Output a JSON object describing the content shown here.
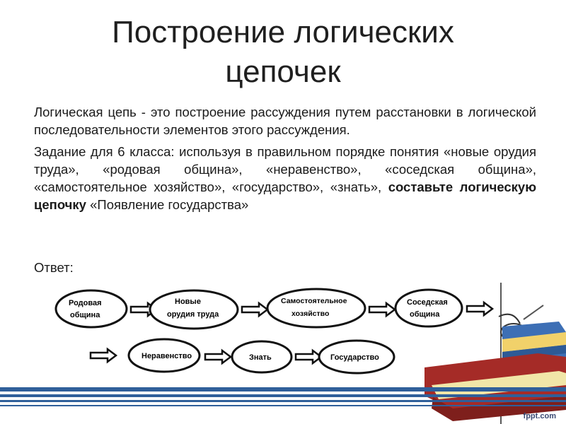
{
  "slide": {
    "title_line1": "Построение логических",
    "title_line2": "цепочек",
    "definition": "Логическая цепь - это  построение рассуждения путем расстановки в логической последовательности элементов этого рассуждения.",
    "task_prefix": "Задание для 6 класса: используя в правильном порядке понятия «новые орудия труда», «родовая община», «неравенство», «соседская община», «самостоятельное хозяйство», «государство», «знать», ",
    "task_bold": "составьте логическую цепочку",
    "task_suffix": " «Появление государства»",
    "answer_label": "Ответ:",
    "credit": "fppt.com"
  },
  "chain": {
    "nodes": [
      {
        "id": "n1",
        "line1": "Родовая",
        "line2": "община"
      },
      {
        "id": "n2",
        "line1": "Новые",
        "line2": "орудия труда"
      },
      {
        "id": "n3",
        "line1": "Самостоятельное",
        "line2": "хозяйство"
      },
      {
        "id": "n4",
        "line1": "Соседская",
        "line2": "община"
      },
      {
        "id": "n5",
        "line1": "Неравенство",
        "line2": ""
      },
      {
        "id": "n6",
        "line1": "Знать",
        "line2": ""
      },
      {
        "id": "n7",
        "line1": "Государство",
        "line2": ""
      }
    ]
  },
  "colors": {
    "stripe_blue": "#2f5f9a",
    "book_red": "#a52b27",
    "book_blue": "#3d6fb5",
    "book_yellow": "#f1d16a"
  }
}
